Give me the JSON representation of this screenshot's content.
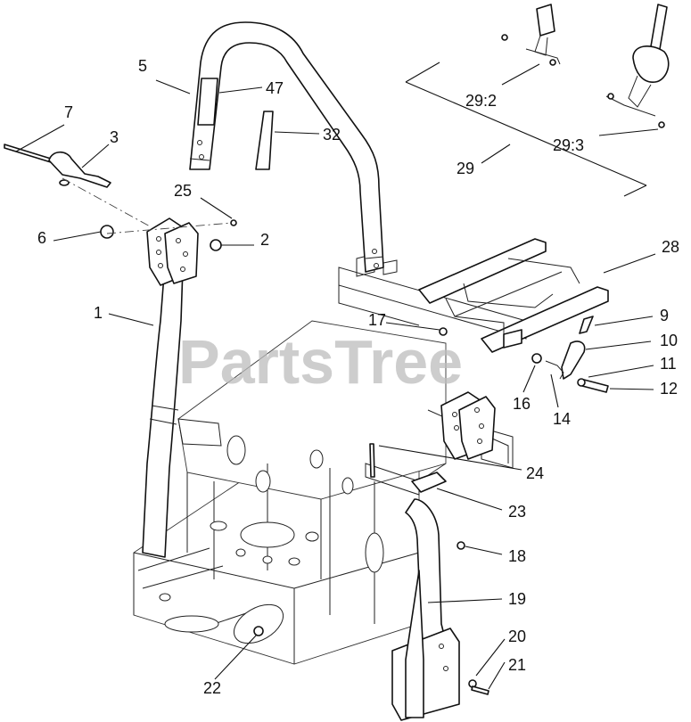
{
  "watermark": "PartsTree",
  "callouts": {
    "c1": "1",
    "c2": "2",
    "c3": "3",
    "c5": "5",
    "c6": "6",
    "c7": "7",
    "c9": "9",
    "c10": "10",
    "c11": "11",
    "c12": "12",
    "c14": "14",
    "c16": "16",
    "c17": "17",
    "c18": "18",
    "c19": "19",
    "c20": "20",
    "c21": "21",
    "c22": "22",
    "c23": "23",
    "c24": "24",
    "c25": "25",
    "c28": "28",
    "c29": "29",
    "c29_2": "29:2",
    "c29_3": "29:3",
    "c32": "32",
    "c47": "47"
  }
}
